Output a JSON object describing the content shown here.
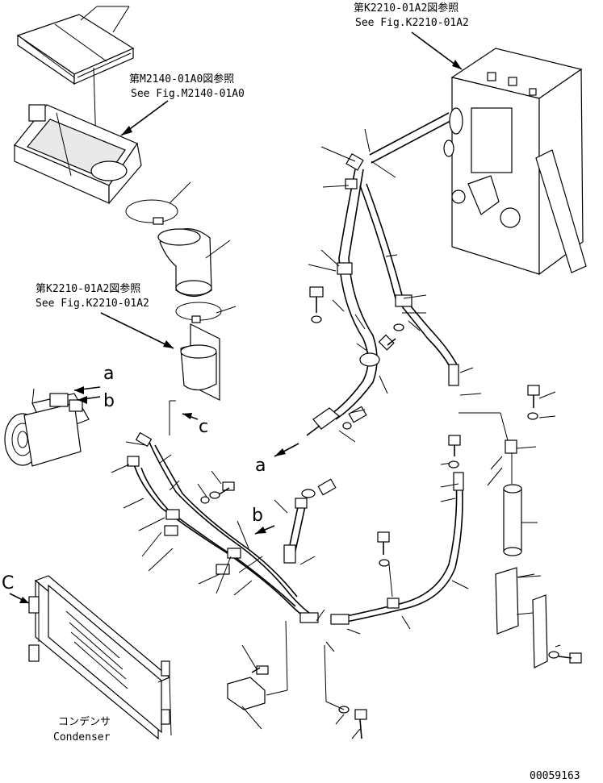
{
  "references": {
    "evaporator_ref_jp": "第K2210-01A2図参照",
    "evaporator_ref_en": "See Fig.K2210-01A2",
    "filter_ref_jp": "第M2140-01A0図参照",
    "filter_ref_en": "See Fig.M2140-01A0",
    "duct_ref_jp": "第K2210-01A2図参照",
    "duct_ref_en": "See Fig.K2210-01A2"
  },
  "view_markers": {
    "a": "a",
    "b": "b",
    "c": "c",
    "c_upper": "C"
  },
  "condenser": {
    "label_jp": "コンデンサ",
    "label_en": "Condenser"
  },
  "drawing_number": "00059163"
}
